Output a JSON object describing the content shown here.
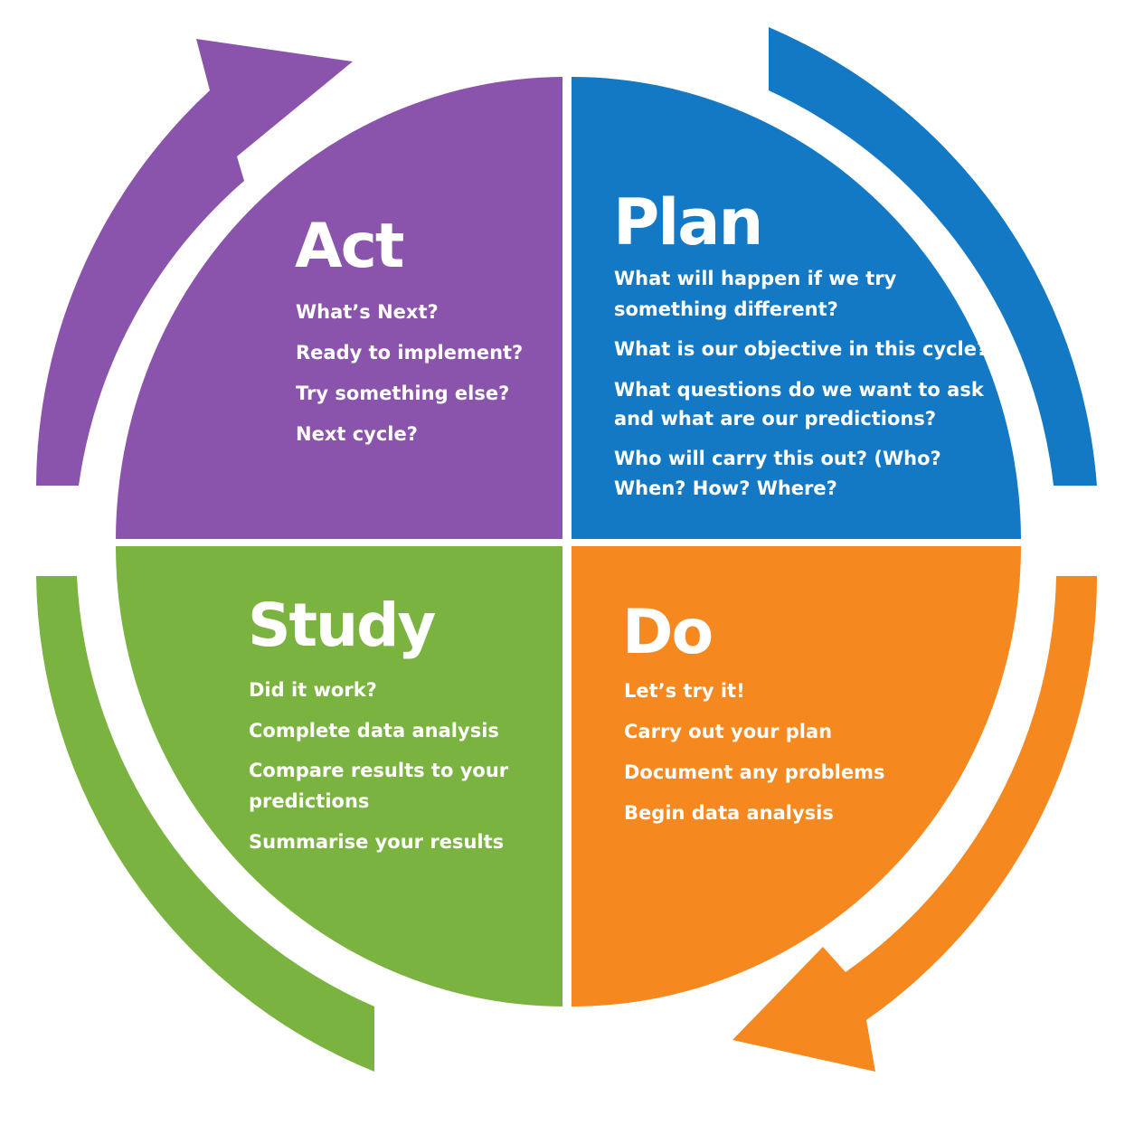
{
  "colors": {
    "act": "#8a54ad",
    "plan": "#1479c5",
    "study": "#7bb341",
    "do": "#f5881f",
    "text": "#ffffff",
    "background": "#ffffff"
  },
  "quadrants": {
    "act": {
      "title": "Act",
      "items": [
        "What’s Next?",
        "Ready to implement?",
        "Try something else?",
        "Next cycle?"
      ]
    },
    "plan": {
      "title": "Plan",
      "items": [
        "What will happen if we try",
        "something different?",
        "What is our objective in this cycle?",
        "What questions do we want to ask",
        "and what are our predictions?",
        "Who will carry this out? (Who?",
        "When? How? Where?"
      ]
    },
    "study": {
      "title": "Study",
      "items": [
        "Did it work?",
        "Complete data analysis",
        "Compare results to your",
        "predictions",
        "Summarise your results"
      ]
    },
    "do": {
      "title": "Do",
      "items": [
        "Let’s try it!",
        "Carry out your plan",
        "Document any problems",
        "Begin data analysis"
      ]
    }
  }
}
